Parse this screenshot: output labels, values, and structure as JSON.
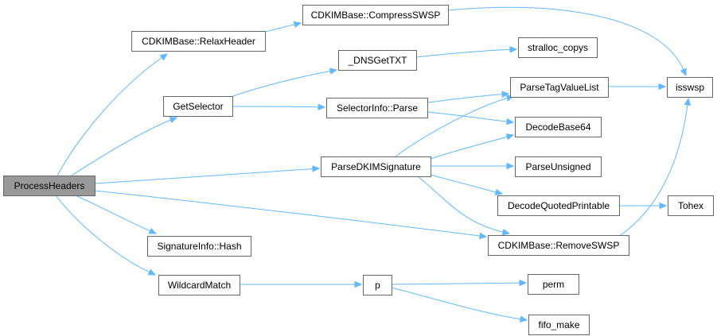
{
  "nodes": [
    {
      "id": "ProcessHeaders",
      "label": "ProcessHeaders",
      "root": true
    },
    {
      "id": "RelaxHeader",
      "label": "CDKIMBase::RelaxHeader"
    },
    {
      "id": "CompressSWSP",
      "label": "CDKIMBase::CompressSWSP"
    },
    {
      "id": "DNSGetTXT",
      "label": "_DNSGetTXT"
    },
    {
      "id": "stralloc_copys",
      "label": "stralloc_copys"
    },
    {
      "id": "GetSelector",
      "label": "GetSelector"
    },
    {
      "id": "SelectorInfoParse",
      "label": "SelectorInfo::Parse"
    },
    {
      "id": "ParseTagValueList",
      "label": "ParseTagValueList"
    },
    {
      "id": "isswsp",
      "label": "isswsp"
    },
    {
      "id": "DecodeBase64",
      "label": "DecodeBase64"
    },
    {
      "id": "ParseDKIMSignature",
      "label": "ParseDKIMSignature"
    },
    {
      "id": "ParseUnsigned",
      "label": "ParseUnsigned"
    },
    {
      "id": "DecodeQuotedPrintable",
      "label": "DecodeQuotedPrintable"
    },
    {
      "id": "Tohex",
      "label": "Tohex"
    },
    {
      "id": "RemoveSWSP",
      "label": "CDKIMBase::RemoveSWSP"
    },
    {
      "id": "SignatureInfoHash",
      "label": "SignatureInfo::Hash"
    },
    {
      "id": "WildcardMatch",
      "label": "WildcardMatch"
    },
    {
      "id": "p",
      "label": "p"
    },
    {
      "id": "perm",
      "label": "perm"
    },
    {
      "id": "fifo_make",
      "label": "fifo_make"
    }
  ],
  "edges": [
    {
      "from": "ProcessHeaders",
      "to": "RelaxHeader"
    },
    {
      "from": "ProcessHeaders",
      "to": "GetSelector"
    },
    {
      "from": "ProcessHeaders",
      "to": "ParseDKIMSignature"
    },
    {
      "from": "ProcessHeaders",
      "to": "RemoveSWSP"
    },
    {
      "from": "ProcessHeaders",
      "to": "SignatureInfoHash"
    },
    {
      "from": "ProcessHeaders",
      "to": "WildcardMatch"
    },
    {
      "from": "RelaxHeader",
      "to": "CompressSWSP"
    },
    {
      "from": "CompressSWSP",
      "to": "isswsp"
    },
    {
      "from": "GetSelector",
      "to": "DNSGetTXT"
    },
    {
      "from": "GetSelector",
      "to": "SelectorInfoParse"
    },
    {
      "from": "DNSGetTXT",
      "to": "stralloc_copys"
    },
    {
      "from": "SelectorInfoParse",
      "to": "ParseTagValueList"
    },
    {
      "from": "SelectorInfoParse",
      "to": "DecodeBase64"
    },
    {
      "from": "ParseTagValueList",
      "to": "isswsp"
    },
    {
      "from": "ParseDKIMSignature",
      "to": "ParseTagValueList"
    },
    {
      "from": "ParseDKIMSignature",
      "to": "DecodeBase64"
    },
    {
      "from": "ParseDKIMSignature",
      "to": "ParseUnsigned"
    },
    {
      "from": "ParseDKIMSignature",
      "to": "DecodeQuotedPrintable"
    },
    {
      "from": "ParseDKIMSignature",
      "to": "RemoveSWSP"
    },
    {
      "from": "DecodeQuotedPrintable",
      "to": "Tohex"
    },
    {
      "from": "RemoveSWSP",
      "to": "isswsp"
    },
    {
      "from": "WildcardMatch",
      "to": "p"
    },
    {
      "from": "p",
      "to": "perm"
    },
    {
      "from": "p",
      "to": "fifo_make"
    }
  ]
}
